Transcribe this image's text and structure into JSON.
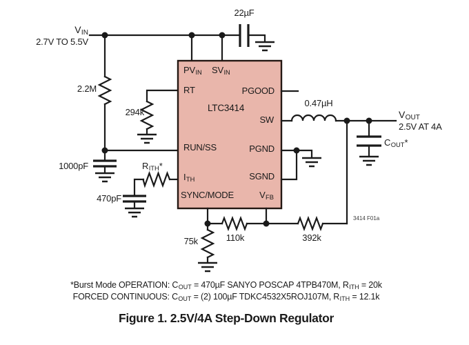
{
  "figure": {
    "caption": "Figure 1. 2.5V/4A Step-Down Regulator",
    "ref_code": "3414 F01a"
  },
  "input": {
    "main": "V",
    "sub": "IN",
    "range": "2.7V TO 5.5V"
  },
  "output": {
    "main": "V",
    "sub": "OUT",
    "rating": "2.5V AT 4A"
  },
  "ic": {
    "name": "LTC3414",
    "pins": {
      "pvin": {
        "main": "PV",
        "sub": "IN"
      },
      "svin": {
        "main": "SV",
        "sub": "IN"
      },
      "rt": {
        "label": "RT"
      },
      "pgood": {
        "label": "PGOOD"
      },
      "sw": {
        "label": "SW"
      },
      "run_ss": {
        "label": "RUN/SS"
      },
      "pgnd": {
        "label": "PGND"
      },
      "ith": {
        "main": "I",
        "sub": "TH"
      },
      "sgnd": {
        "label": "SGND"
      },
      "sync_mode": {
        "label": "SYNC/MODE"
      },
      "vfb": {
        "main": "V",
        "sub": "FB"
      }
    }
  },
  "components": {
    "cin": "22µF",
    "r_top": "2.2M",
    "r_rt": "294k",
    "c_ss": "1000pF",
    "r_ith": {
      "main": "R",
      "sub": "ITH",
      "star": "*"
    },
    "c_ith": "470pF",
    "inductor": "0.47µH",
    "c_out": {
      "main": "C",
      "sub": "OUT",
      "star": "*"
    },
    "r_75k": "75k",
    "r_110k": "110k",
    "r_392k": "392k"
  },
  "notes": {
    "line1": {
      "p1": "*Burst Mode OPERATION: C",
      "s1": "OUT",
      "p2": " = 470µF SANYO POSCAP 4TPB470M, R",
      "s2": "ITH",
      "p3": " = 20k"
    },
    "line2": {
      "p1": "FORCED CONTINUOUS: C",
      "s1": "OUT",
      "p2": " = (2) 100µF TDKC4532X5ROJ107M, R",
      "s2": "ITH",
      "p3": " = 12.1k"
    }
  },
  "colors": {
    "ic_fill": "#e9b6ab",
    "ic_border": "#241813",
    "wire": "#1a1a1a"
  }
}
